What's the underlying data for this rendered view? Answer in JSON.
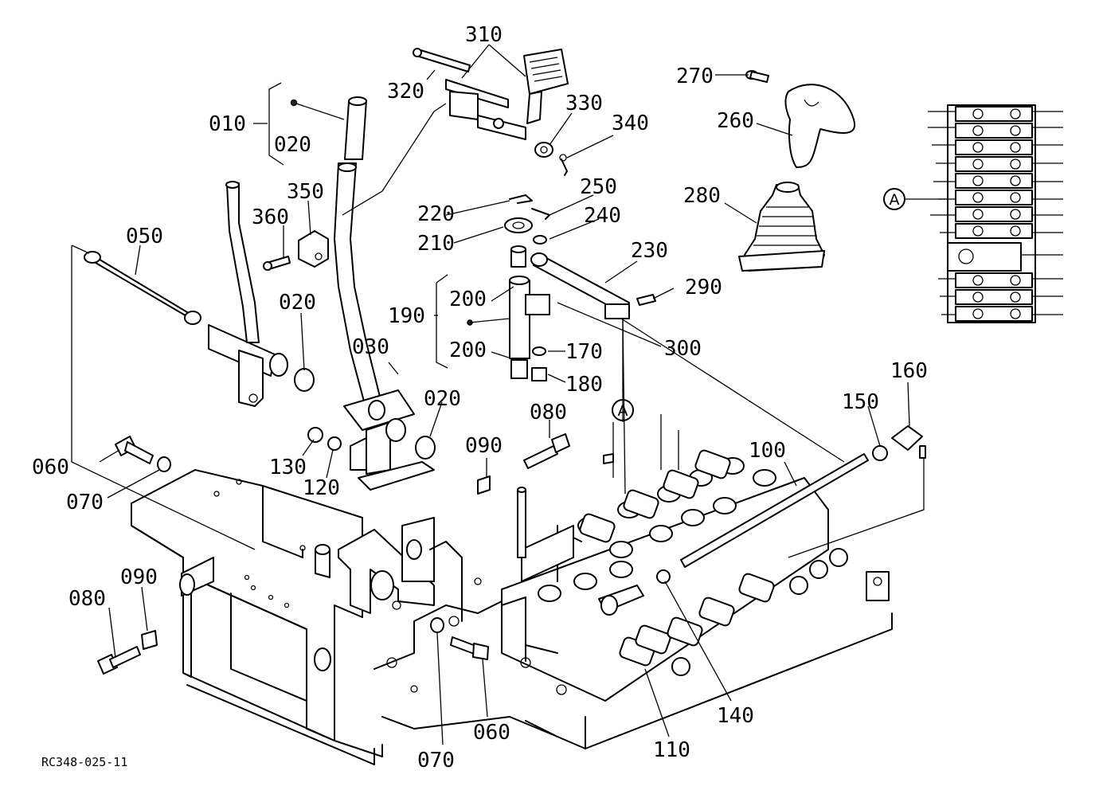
{
  "diagram": {
    "drawing_code": "RC348-025-11",
    "callout_A": "A",
    "parts": [
      {
        "id": "p010",
        "label": "010"
      },
      {
        "id": "p020a",
        "label": "020"
      },
      {
        "id": "p020b",
        "label": "020"
      },
      {
        "id": "p020c",
        "label": "020"
      },
      {
        "id": "p030",
        "label": "030"
      },
      {
        "id": "p050",
        "label": "050"
      },
      {
        "id": "p060a",
        "label": "060"
      },
      {
        "id": "p060b",
        "label": "060"
      },
      {
        "id": "p070a",
        "label": "070"
      },
      {
        "id": "p070b",
        "label": "070"
      },
      {
        "id": "p080a",
        "label": "080"
      },
      {
        "id": "p080b",
        "label": "080"
      },
      {
        "id": "p090a",
        "label": "090"
      },
      {
        "id": "p090b",
        "label": "090"
      },
      {
        "id": "p100",
        "label": "100"
      },
      {
        "id": "p110",
        "label": "110"
      },
      {
        "id": "p120",
        "label": "120"
      },
      {
        "id": "p130",
        "label": "130"
      },
      {
        "id": "p140",
        "label": "140"
      },
      {
        "id": "p150",
        "label": "150"
      },
      {
        "id": "p160",
        "label": "160"
      },
      {
        "id": "p170",
        "label": "170"
      },
      {
        "id": "p180",
        "label": "180"
      },
      {
        "id": "p190",
        "label": "190"
      },
      {
        "id": "p200a",
        "label": "200"
      },
      {
        "id": "p200b",
        "label": "200"
      },
      {
        "id": "p210",
        "label": "210"
      },
      {
        "id": "p220",
        "label": "220"
      },
      {
        "id": "p230",
        "label": "230"
      },
      {
        "id": "p240",
        "label": "240"
      },
      {
        "id": "p250",
        "label": "250"
      },
      {
        "id": "p260",
        "label": "260"
      },
      {
        "id": "p270",
        "label": "270"
      },
      {
        "id": "p280",
        "label": "280"
      },
      {
        "id": "p290",
        "label": "290"
      },
      {
        "id": "p300",
        "label": "300"
      },
      {
        "id": "p310",
        "label": "310"
      },
      {
        "id": "p320",
        "label": "320"
      },
      {
        "id": "p330",
        "label": "330"
      },
      {
        "id": "p340",
        "label": "340"
      },
      {
        "id": "p350",
        "label": "350"
      },
      {
        "id": "p360",
        "label": "360"
      }
    ]
  }
}
